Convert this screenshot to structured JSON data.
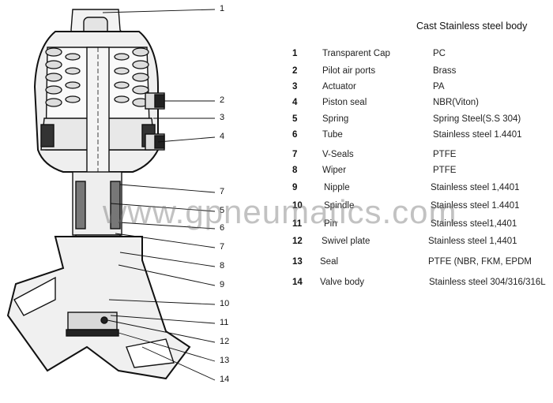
{
  "title": "Cast Stainless steel body",
  "watermark": "www.gpneumatics.com",
  "callouts": [
    "1",
    "2",
    "3",
    "4",
    "7",
    "5",
    "6",
    "7",
    "8",
    "9",
    "10",
    "11",
    "12",
    "13",
    "14"
  ],
  "parts": [
    {
      "num": "1",
      "name": "Transparent Cap",
      "material": "PC"
    },
    {
      "num": "2",
      "name": "Pilot air ports",
      "material": "Brass"
    },
    {
      "num": "3",
      "name": "Actuator",
      "material": "PA"
    },
    {
      "num": "4",
      "name": "Piston seal",
      "material": "NBR(Viton)"
    },
    {
      "num": "5",
      "name": "Spring",
      "material": "Spring Steel(S.S 304)"
    },
    {
      "num": "6",
      "name": "Tube",
      "material": "Stainless steel 1.4401"
    },
    {
      "num": "7",
      "name": "V-Seals",
      "material": "PTFE"
    },
    {
      "num": "8",
      "name": "Wiper",
      "material": "PTFE"
    },
    {
      "num": "9",
      "name": "Nipple",
      "material": "Stainless steel 1,4401"
    },
    {
      "num": "10",
      "name": "Spindle",
      "material": "Stainless steel 1.4401"
    },
    {
      "num": "11",
      "name": "Pin",
      "material": "Stainless steel1,4401"
    },
    {
      "num": "12",
      "name": "Swivel plate",
      "material": "Stainless steel 1,4401"
    },
    {
      "num": "13",
      "name": "Seal",
      "material": "PTFE (NBR, FKM, EPDM"
    },
    {
      "num": "14",
      "name": "Valve body",
      "material": "Stainless steel 304/316/316L"
    }
  ]
}
